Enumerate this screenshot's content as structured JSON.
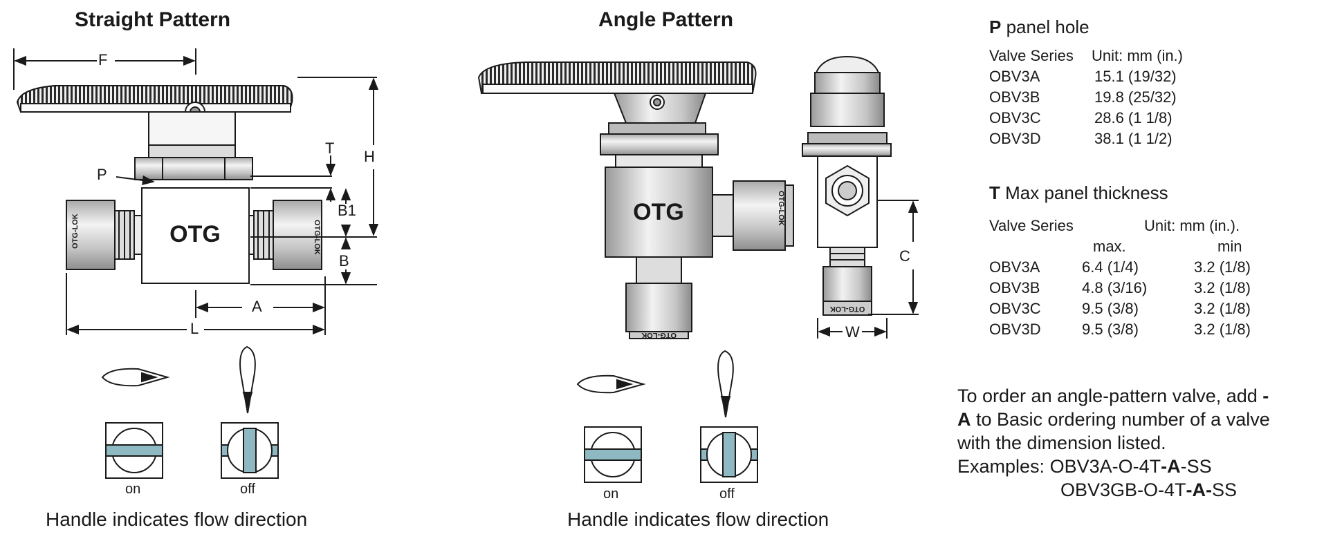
{
  "straight": {
    "title": "Straight Pattern",
    "brand": "OTG",
    "fitting_text": "OTG-LOK",
    "dims": {
      "F": "F",
      "H": "H",
      "T": "T",
      "P": "P",
      "B1": "B1",
      "B": "B",
      "A": "A",
      "L": "L"
    },
    "on_label": "on",
    "off_label": "off",
    "caption": "Handle indicates flow direction"
  },
  "angle": {
    "title": "Angle Pattern",
    "brand": "OTG",
    "fitting_text": "OTG-LOK",
    "dims": {
      "C": "C",
      "W": "W"
    },
    "on_label": "on",
    "off_label": "off",
    "caption": "Handle indicates flow direction"
  },
  "panel_hole": {
    "letter": "P",
    "title": "panel hole",
    "header_series": "Valve Series",
    "header_unit": "Unit: mm (in.)",
    "rows": [
      {
        "series": "OBV3A",
        "value": "15.1 (19/32)"
      },
      {
        "series": "OBV3B",
        "value": "19.8 (25/32)"
      },
      {
        "series": "OBV3C",
        "value": "28.6 (1 1/8)"
      },
      {
        "series": "OBV3D",
        "value": "38.1 (1 1/2)"
      }
    ]
  },
  "panel_thickness": {
    "letter": "T",
    "title": "Max panel thickness",
    "header_series": "Valve Series",
    "header_unit": "Unit: mm (in.).",
    "col_max": "max.",
    "col_min": "min",
    "rows": [
      {
        "series": "OBV3A",
        "max": "6.4 (1/4)",
        "min": "3.2 (1/8)"
      },
      {
        "series": "OBV3B",
        "max": "4.8 (3/16)",
        "min": "3.2 (1/8)"
      },
      {
        "series": "OBV3C",
        "max": "9.5 (3/8)",
        "min": "3.2 (1/8)"
      },
      {
        "series": "OBV3D",
        "max": "9.5 (3/8)",
        "min": "3.2 (1/8)"
      }
    ]
  },
  "ordering": {
    "line1_a": "To order an angle-pattern valve, add ",
    "line1_b": "-",
    "line2_a": "A",
    "line2_b": " to Basic ordering number of a valve",
    "line3": "with the dimension listed.",
    "ex_label": "Examples: ",
    "ex1_a": "OBV3A-O-4T",
    "ex1_b": "-A",
    "ex1_c": "-SS",
    "ex2_a": "OBV3GB-O-4T",
    "ex2_b": "-A-",
    "ex2_c": "SS"
  },
  "colors": {
    "flow_bar": "#8fb9c2",
    "metal": "#c9c9c9",
    "line": "#1a1a1a"
  }
}
